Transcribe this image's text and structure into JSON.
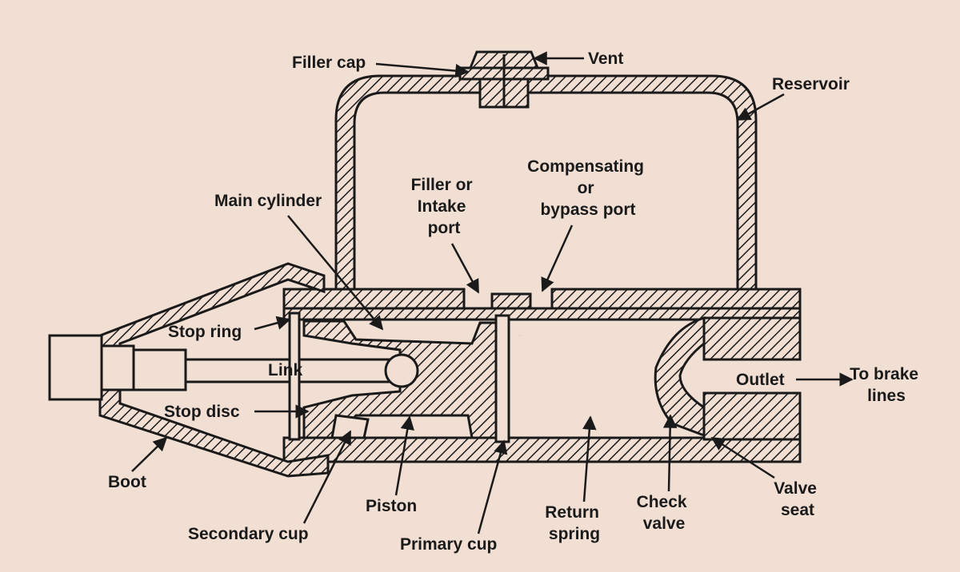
{
  "colors": {
    "background": "#f2dfd4",
    "ink": "#1a1a1a"
  },
  "labels": {
    "filler_cap": "Filler cap",
    "vent": "Vent",
    "reservoir": "Reservoir",
    "main_cylinder": "Main cylinder",
    "filler_port": [
      "Filler or",
      "Intake",
      "port"
    ],
    "compensating_port": [
      "Compensating",
      "or",
      "bypass port"
    ],
    "stop_ring": "Stop ring",
    "link": "Link",
    "stop_disc": "Stop disc",
    "boot": "Boot",
    "secondary_cup": "Secondary cup",
    "piston": "Piston",
    "primary_cup": "Primary cup",
    "return_spring": [
      "Return",
      "spring"
    ],
    "check_valve": [
      "Check",
      "valve"
    ],
    "valve_seat": [
      "Valve",
      "seat"
    ],
    "outlet": "Outlet",
    "to_brake_lines": [
      "To brake",
      "lines"
    ]
  }
}
